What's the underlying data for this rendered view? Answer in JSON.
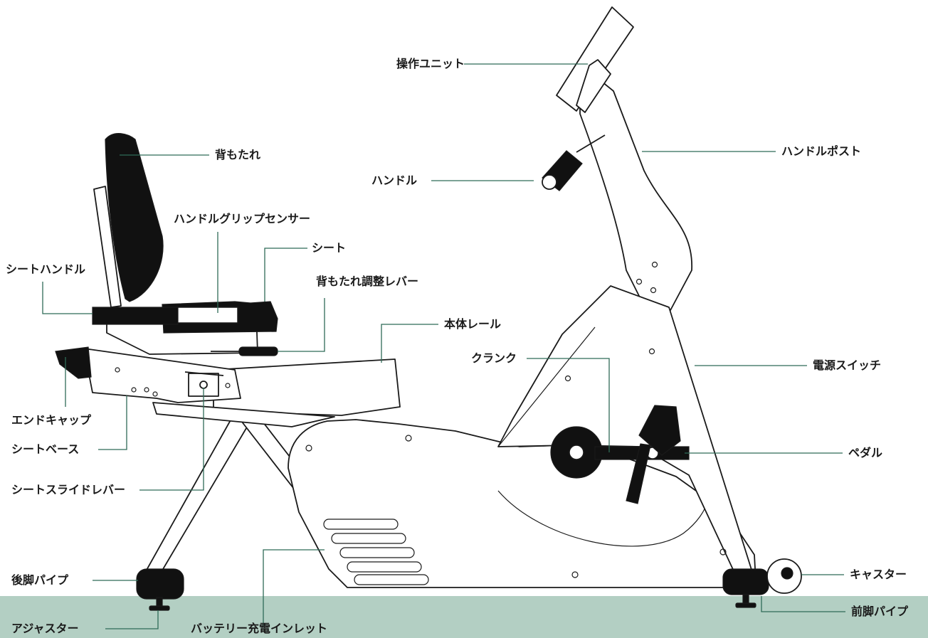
{
  "colors": {
    "floor": "#b3cfc3",
    "leader": "#2f6b58",
    "outline": "#1a1a1a",
    "body_fill": "#ffffff",
    "pad_fill": "#111111"
  },
  "labels": {
    "operation_unit": "操作ユニット",
    "handle_post": "ハンドルポスト",
    "backrest": "背もたれ",
    "handle": "ハンドル",
    "grip_sensor": "ハンドルグリップセンサー",
    "seat": "シート",
    "seat_handle": "シートハンドル",
    "backrest_lever": "背もたれ調整レバー",
    "body_rail": "本体レール",
    "crank": "クランク",
    "power_switch": "電源スイッチ",
    "end_cap": "エンドキャップ",
    "seat_base": "シートベース",
    "pedal": "ペダル",
    "seat_slide_lever": "シートスライドレバー",
    "rear_leg_pipe": "後脚パイプ",
    "caster": "キャスター",
    "adjuster": "アジャスター",
    "battery_inlet": "バッテリー充電インレット",
    "front_leg_pipe": "前脚パイプ"
  }
}
